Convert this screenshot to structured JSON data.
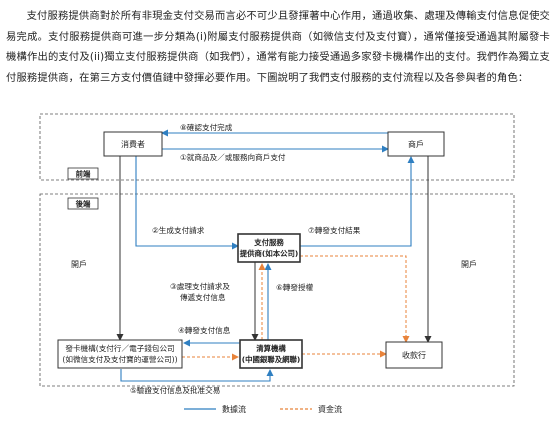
{
  "intro": {
    "paragraph": "支付服務提供商對於所有非現金支付交易而言必不可少且發揮著中心作用，通過收集、處理及傳輸支付信息促使交易完成。支付服務提供商可進一步分類為(i)附屬支付服務提供商（如微信支付及支付寶），通常僅接受通過其附屬發卡機構作出的支付及(ii)獨立支付服務提供商（如我們），通常有能力接受通過多家發卡機構作出的支付。我們作為獨立支付服務提供商，在第三方支付價值鏈中發揮必要作用。下圖說明了我們支付服務的支付流程以及各參與者的角色："
  },
  "diagram": {
    "sections": {
      "front": "前端",
      "back": "後端"
    },
    "nodes": {
      "consumer": "消費者",
      "merchant": "商戶",
      "psp_line1": "支付服務",
      "psp_line2": "提供商(如本公司)",
      "issuer_line1": "發卡機構(支付行／電子錢包公司",
      "issuer_line2": "(如微信支付及支付寶的運營公司))",
      "clearing_line1": "清算機構",
      "clearing_line2": "(中國銀聯及網聯)",
      "acquirer": "收款行"
    },
    "side_labels": {
      "left": "開戶",
      "right": "開戶"
    },
    "flows": {
      "f1": "①就商品及／或服務向商戶支付",
      "f2": "②生成支付請求",
      "f3_line1": "③處理支付請求及",
      "f3_line2": "傳遞支付信息",
      "f4": "④轉發支付信息",
      "f5": "⑤驗證支付信息及批准交易",
      "f6": "⑥轉發授權",
      "f7": "⑦轉發支付結果",
      "f8": "⑧確認支付完成"
    },
    "legend": {
      "data_flow": "數據流",
      "fund_flow": "資金流"
    },
    "colors": {
      "data_flow": "#2f7fc1",
      "fund_flow": "#e8833a",
      "box": "#333333"
    }
  }
}
